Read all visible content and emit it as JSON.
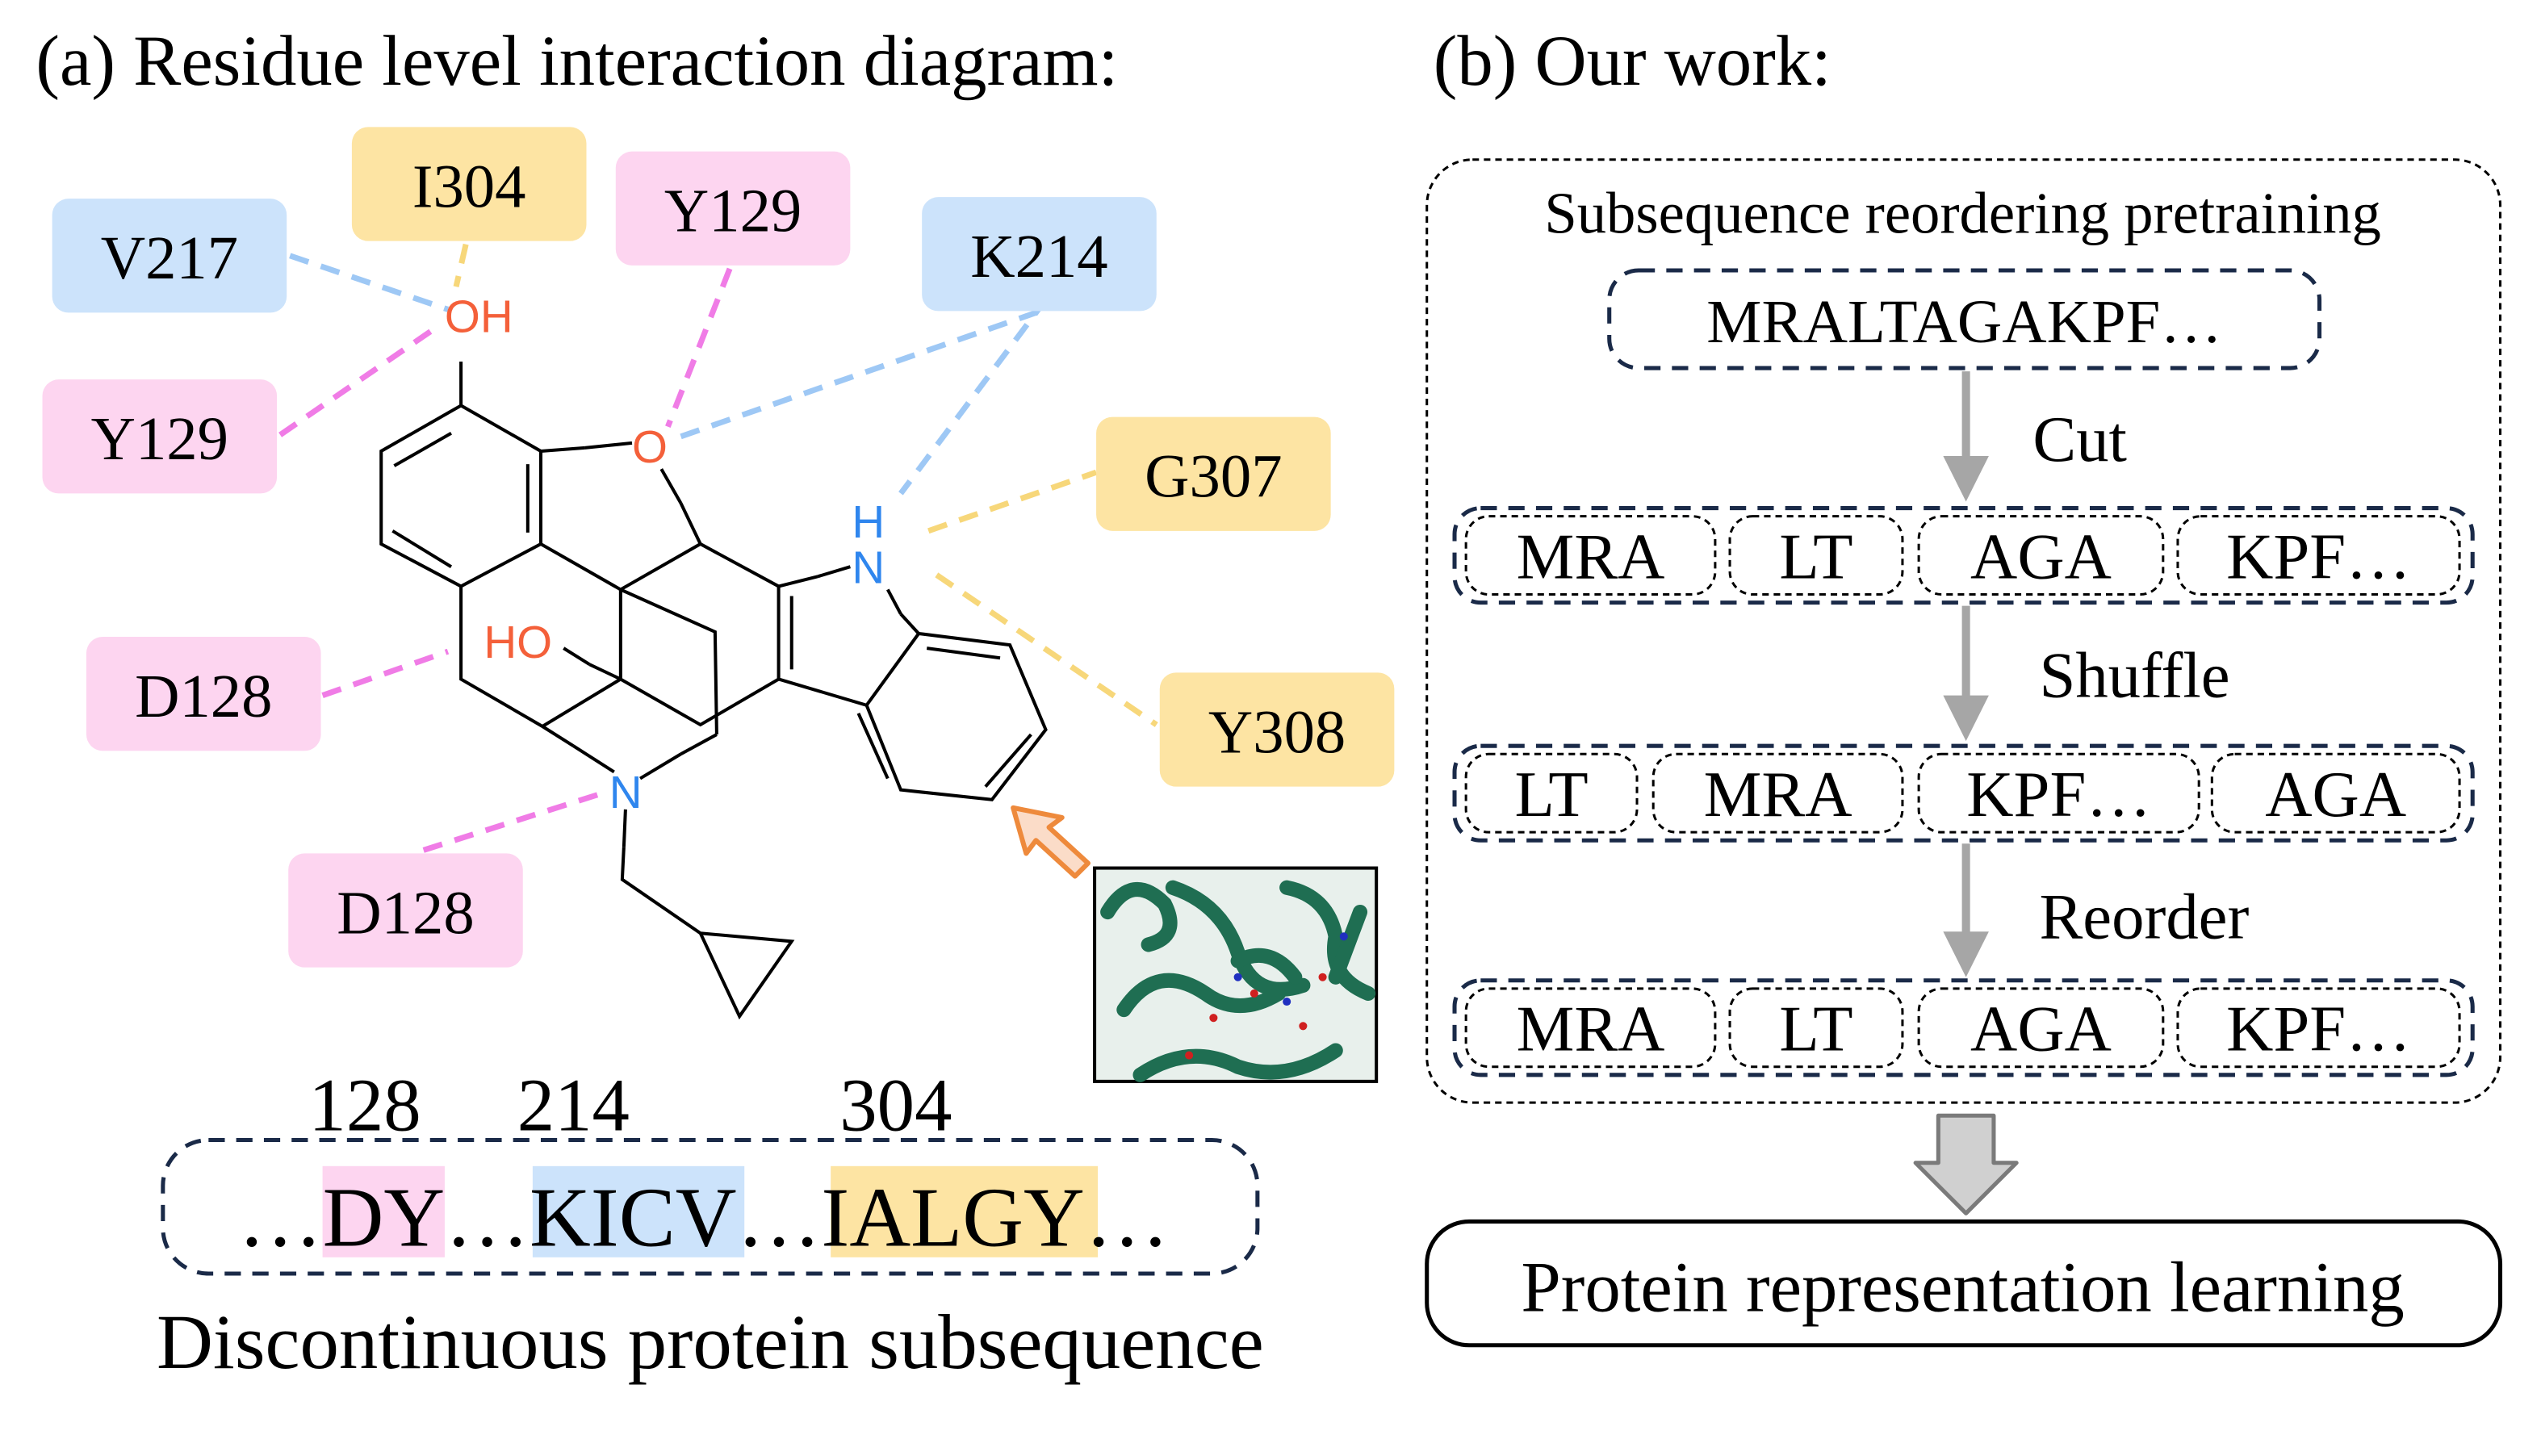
{
  "panel_a": {
    "title": "(a) Residue level interaction diagram:",
    "residues": [
      {
        "label": "V217",
        "kind": "blue"
      },
      {
        "label": "I304",
        "kind": "yellow"
      },
      {
        "label": "Y129",
        "kind": "pink"
      },
      {
        "label": "K214",
        "kind": "blue"
      },
      {
        "label": "Y129",
        "kind": "pink"
      },
      {
        "label": "G307",
        "kind": "yellow"
      },
      {
        "label": "D128",
        "kind": "pink"
      },
      {
        "label": "Y308",
        "kind": "yellow"
      },
      {
        "label": "D128",
        "kind": "pink"
      }
    ],
    "atoms": {
      "oh_top": "OH",
      "o_ring": "O",
      "ho": "HO",
      "n_indole": "N",
      "h_indole": "H",
      "n_amine": "N"
    },
    "positions": [
      "128",
      "214",
      "304"
    ],
    "sequence": {
      "p1": "…",
      "s1": "DY",
      "p2": "…",
      "s2": "KICV",
      "p3": "…",
      "s3": "IALGY",
      "p4": "…"
    },
    "caption": "Discontinuous protein subsequence"
  },
  "panel_b": {
    "title": "(b) Our work:",
    "box_title": "Subsequence reordering pretraining",
    "full_sequence": "MRALTAGAKPF…",
    "steps": [
      {
        "label": "Cut",
        "segments": [
          "MRA",
          "LT",
          "AGA",
          "KPF…"
        ]
      },
      {
        "label": "Shuffle",
        "segments": [
          "LT",
          "MRA",
          "KPF…",
          "AGA"
        ]
      },
      {
        "label": "Reorder",
        "segments": [
          "MRA",
          "LT",
          "AGA",
          "KPF…"
        ]
      }
    ],
    "output": "Protein representation learning"
  },
  "colors": {
    "pink": "#fdd5f0",
    "blue": "#cce3fb",
    "yellow": "#fde4a3",
    "pink_line": "#f07ce6",
    "blue_line": "#9ec8f5",
    "yellow_line": "#f7d77a",
    "oxygen": "#f4603a",
    "nitrogen": "#2f86ee",
    "navy": "#1a2a48",
    "arrow_gray": "#a6a6a6"
  }
}
